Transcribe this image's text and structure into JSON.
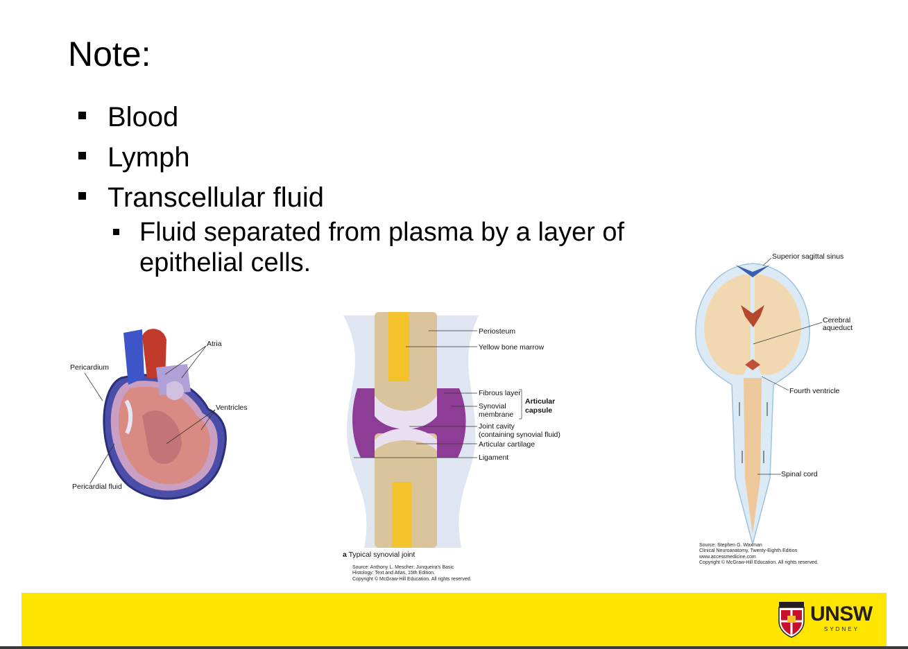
{
  "slide": {
    "title": "Note:",
    "bullets": [
      "Blood",
      "Lymph",
      "Transcellular fluid"
    ],
    "sub_bullet": "Fluid separated from plasma by a layer of epithelial cells."
  },
  "heart_figure": {
    "labels": {
      "atria": "Atria",
      "pericardium": "Pericardium",
      "ventricles": "Ventricles",
      "pericardial_fluid": "Pericardial fluid"
    }
  },
  "joint_figure": {
    "labels": {
      "periosteum": "Periosteum",
      "yellow_bone_marrow": "Yellow bone marrow",
      "fibrous_layer": "Fibrous layer",
      "synovial": "Synovial",
      "membrane": "membrane",
      "articular": "Articular",
      "capsule": "capsule",
      "joint_cavity": "Joint cavity",
      "containing": "(containing synovial fluid)",
      "articular_cartilage": "Articular cartilage",
      "ligament": "Ligament"
    },
    "caption_letter": "a",
    "caption": "Typical synovial joint",
    "source": "Source: Anthony L. Mescher: Junqueira's Basic\nHistology: Text and Atlas, 15th Edition.\nCopyright © McGraw-Hill Education. All rights reserved."
  },
  "brain_figure": {
    "labels": {
      "sinus": "Superior sagittal sinus",
      "cerebral": "Cerebral",
      "aqueduct": "aqueduct",
      "fourth_ventricle": "Fourth ventricle",
      "spinal_cord": "Spinal cord"
    },
    "source": "Source: Stephen G. Waxman\nClinical Neuroanatomy, Twenty-Eighth Edition\nwww.accessmedicine.com\nCopyright © McGraw-Hill Education. All rights reserved."
  },
  "footer": {
    "logo_text": "UNSW",
    "logo_subtext": "SYDNEY",
    "color": "#ffe600"
  }
}
